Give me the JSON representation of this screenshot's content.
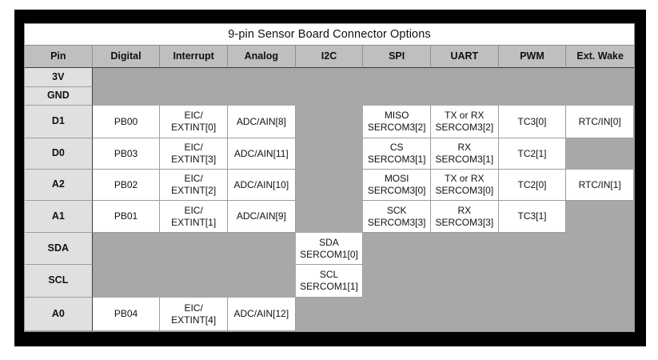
{
  "title": "9-pin Sensor Board Connector Options",
  "table": {
    "columns": [
      "Pin",
      "Digital",
      "Interrupt",
      "Analog",
      "I2C",
      "SPI",
      "UART",
      "PWM",
      "Ext. Wake"
    ],
    "rows": [
      {
        "pin": "3V",
        "cells": [
          null,
          null,
          null,
          null,
          null,
          null,
          null,
          null
        ]
      },
      {
        "pin": "GND",
        "cells": [
          null,
          null,
          null,
          null,
          null,
          null,
          null,
          null
        ]
      },
      {
        "pin": "D1",
        "cells": [
          "PB00",
          "EIC/\nEXTINT[0]",
          "ADC/AIN[8]",
          null,
          "MISO\nSERCOM3[2]",
          "TX or RX\nSERCOM3[2]",
          "TC3[0]",
          "RTC/IN[0]"
        ]
      },
      {
        "pin": "D0",
        "cells": [
          "PB03",
          "EIC/\nEXTINT[3]",
          "ADC/AIN[11]",
          null,
          "CS\nSERCOM3[1]",
          "RX\nSERCOM3[1]",
          "TC2[1]",
          null
        ]
      },
      {
        "pin": "A2",
        "cells": [
          "PB02",
          "EIC/\nEXTINT[2]",
          "ADC/AIN[10]",
          null,
          "MOSI\nSERCOM3[0]",
          "TX or RX\nSERCOM3[0]",
          "TC2[0]",
          "RTC/IN[1]"
        ]
      },
      {
        "pin": "A1",
        "cells": [
          "PB01",
          "EIC/\nEXTINT[1]",
          "ADC/AIN[9]",
          null,
          "SCK\nSERCOM3[3]",
          "RX\nSERCOM3[3]",
          "TC3[1]",
          null
        ]
      },
      {
        "pin": "SDA",
        "cells": [
          null,
          null,
          null,
          "SDA\nSERCOM1[0]",
          null,
          null,
          null,
          null
        ]
      },
      {
        "pin": "SCL",
        "cells": [
          null,
          null,
          null,
          "SCL\nSERCOM1[1]",
          null,
          null,
          null,
          null
        ]
      },
      {
        "pin": "A0",
        "cells": [
          "PB04",
          "EIC/\nEXTINT[4]",
          "ADC/AIN[12]",
          null,
          null,
          null,
          null,
          null
        ]
      }
    ]
  },
  "colors": {
    "frame": "#000000",
    "header_bg": "#bfbfbf",
    "pin_bg": "#e0e0e0",
    "empty_bg": "#a8a8a8",
    "cell_bg": "#ffffff",
    "grid_line": "#9c9c9c",
    "dark_line": "#3c3c3c"
  }
}
